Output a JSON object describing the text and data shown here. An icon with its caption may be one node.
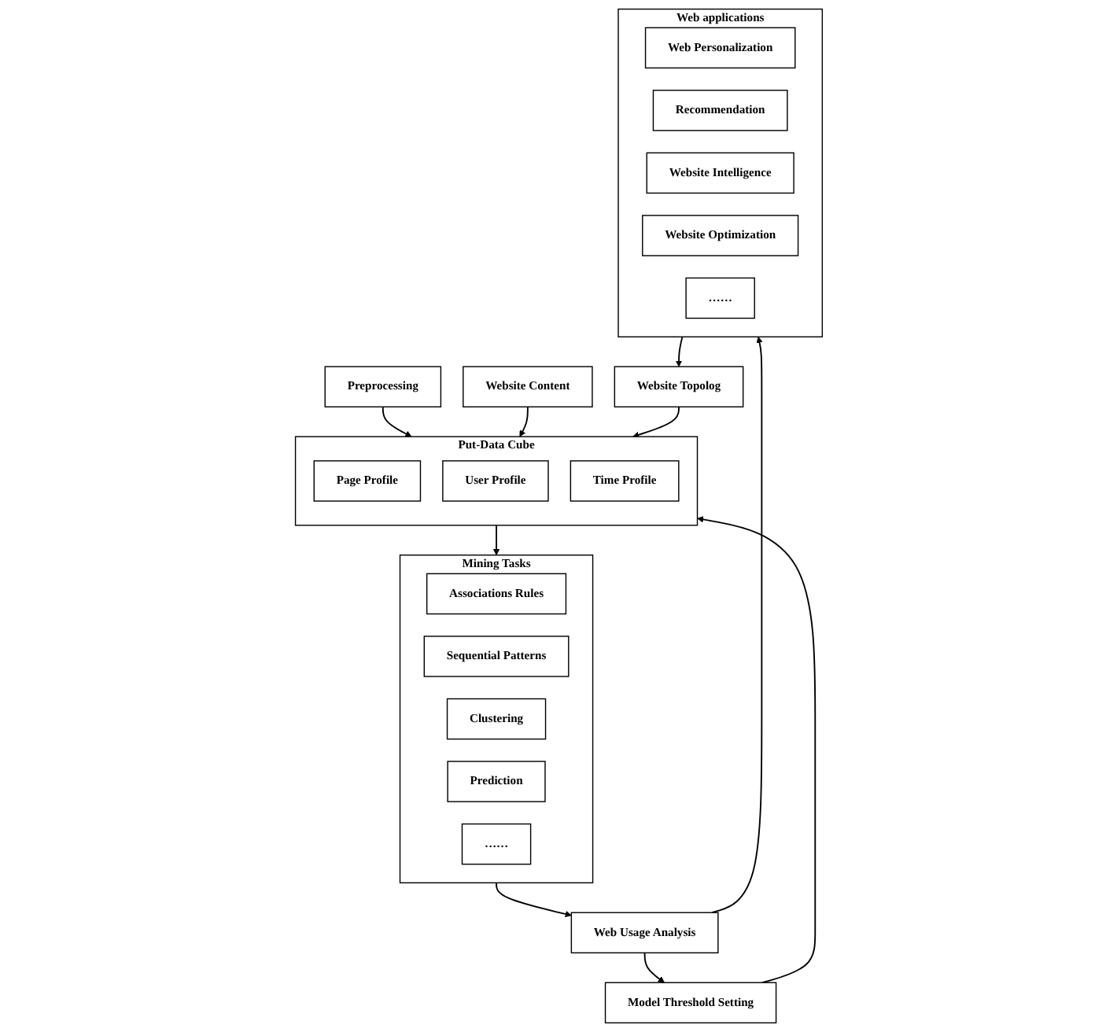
{
  "diagram": {
    "nodes": [
      {
        "text": [
          "Preprocessing"
        ]
      },
      {
        "text": [
          "Website Content"
        ]
      },
      {
        "text": [
          "Website Topolog"
        ]
      },
      {
        "text": [
          "Put-Data Cube"
        ]
      },
      {
        "text": [
          "Page Profile"
        ],
        "in": 3
      },
      {
        "text": [
          "User Profile"
        ],
        "in": 3
      },
      {
        "text": [
          "Time Profile"
        ],
        "in": 3
      },
      {
        "text": [
          "Model Threshold Setting"
        ]
      },
      {
        "text": [
          "Mining Tasks"
        ]
      },
      {
        "text": [
          "Associations Rules"
        ],
        "in": 8
      },
      {
        "text": [
          "Sequential Patterns"
        ],
        "in": 8
      },
      {
        "text": [
          "Clustering"
        ],
        "in": 8
      },
      {
        "text": [
          "Prediction"
        ],
        "in": 8
      },
      {
        "text": [
          "……"
        ],
        "in": 8
      },
      {
        "text": [
          "Web Usage Analysis"
        ]
      },
      {
        "text": [
          "Web applications"
        ]
      },
      {
        "text": [
          "Web Personalization"
        ],
        "in": 15
      },
      {
        "text": [
          "Recommendation"
        ],
        "in": 15
      },
      {
        "text": [
          "Website Intelligence"
        ],
        "in": 15
      },
      {
        "text": [
          "Website Optimization"
        ],
        "in": 15
      },
      {
        "text": [
          "……"
        ],
        "in": 15
      }
    ],
    "edges": [
      {
        "from": 0,
        "to": 3,
        "arrow": "to"
      },
      {
        "from": 1,
        "to": 3,
        "arrow": "to"
      },
      {
        "from": 2,
        "to": 3,
        "arrow": "to"
      },
      {
        "from": 7,
        "to": 3,
        "arrow": "to"
      },
      {
        "from": 3,
        "to": 8,
        "arrow": "to"
      },
      {
        "from": 8,
        "to": 14,
        "arrow": "to"
      },
      {
        "from": 14,
        "to": 15,
        "arrow": "to"
      },
      {
        "from": 15,
        "to": 2,
        "arrow": "to"
      },
      {
        "from": 14,
        "to": 7,
        "arrow": "to"
      }
    ]
  }
}
